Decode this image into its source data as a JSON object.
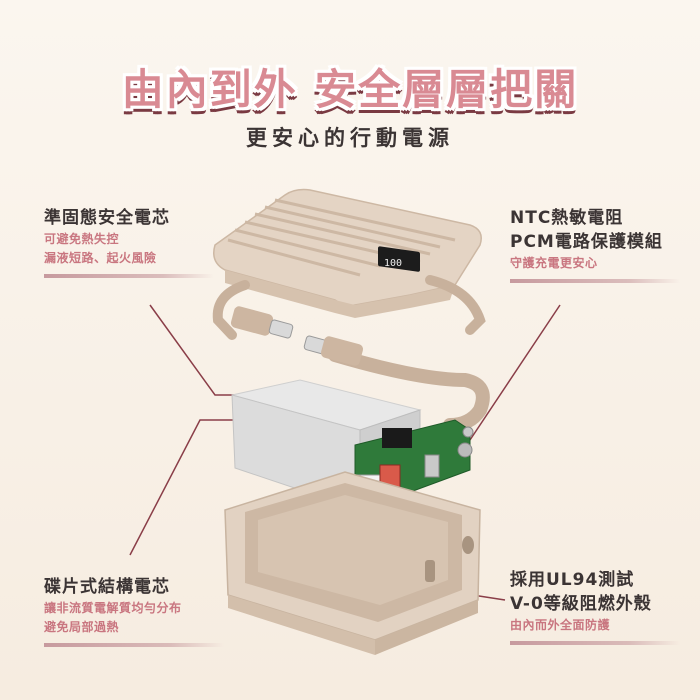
{
  "title": "由內到外 安全層層把關",
  "subtitle": "更安心的行動電源",
  "device_display_text": "100",
  "labels": {
    "top_left": {
      "heading": "準固態安全電芯",
      "lines": [
        "可避免熱失控",
        "漏液短路、起火風險"
      ]
    },
    "top_right": {
      "heading_lines": [
        "NTC熱敏電阻",
        "PCM電路保護模組"
      ],
      "lines": [
        "守護充電更安心"
      ]
    },
    "bottom_left": {
      "heading": "碟片式結構電芯",
      "lines": [
        "讓非流質電解質均勻分布",
        "避免局部過熱"
      ]
    },
    "bottom_right": {
      "heading_lines": [
        "採用UL94測試",
        "V-0等級阻燃外殼"
      ],
      "lines": [
        "由內而外全面防護"
      ]
    }
  },
  "colors": {
    "title": "#d98a93",
    "title_shadow": "#7a3a42",
    "heading": "#3b3434",
    "accent_text": "#c97680",
    "casing": "#e2d2c2",
    "pointer": "#8a3e48"
  }
}
